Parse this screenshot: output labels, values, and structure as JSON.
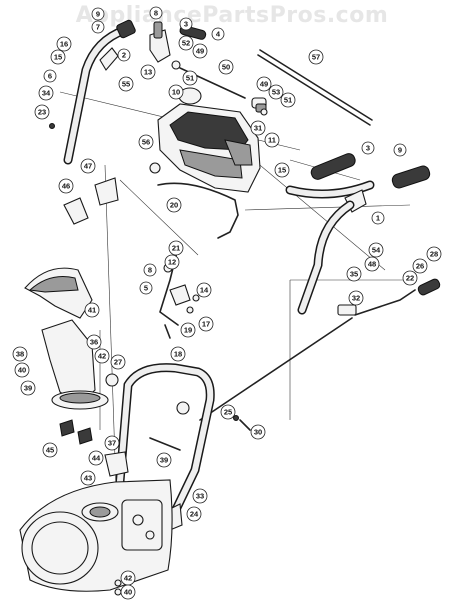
{
  "watermark": "AppliancePartsPros.com",
  "callouts": [
    {
      "id": "c9a",
      "num": "9"
    },
    {
      "id": "c7",
      "num": "7"
    },
    {
      "id": "c8a",
      "num": "8"
    },
    {
      "id": "c3a",
      "num": "3"
    },
    {
      "id": "c4",
      "num": "4"
    },
    {
      "id": "c16",
      "num": "16"
    },
    {
      "id": "c2",
      "num": "2"
    },
    {
      "id": "c52",
      "num": "52"
    },
    {
      "id": "c49a",
      "num": "49"
    },
    {
      "id": "c15a",
      "num": "15"
    },
    {
      "id": "c13",
      "num": "13"
    },
    {
      "id": "c51a",
      "num": "51"
    },
    {
      "id": "c57",
      "num": "57"
    },
    {
      "id": "c6",
      "num": "6"
    },
    {
      "id": "c55",
      "num": "55"
    },
    {
      "id": "c50",
      "num": "50"
    },
    {
      "id": "c34",
      "num": "34"
    },
    {
      "id": "c10",
      "num": "10"
    },
    {
      "id": "c49b",
      "num": "49"
    },
    {
      "id": "c53",
      "num": "53"
    },
    {
      "id": "c51b",
      "num": "51"
    },
    {
      "id": "c23",
      "num": "23"
    },
    {
      "id": "c31",
      "num": "31"
    },
    {
      "id": "c11",
      "num": "11"
    },
    {
      "id": "c3b",
      "num": "3"
    },
    {
      "id": "c9b",
      "num": "9"
    },
    {
      "id": "c56",
      "num": "56"
    },
    {
      "id": "c15b",
      "num": "15"
    },
    {
      "id": "c47",
      "num": "47"
    },
    {
      "id": "c46",
      "num": "46"
    },
    {
      "id": "c20",
      "num": "20"
    },
    {
      "id": "c1",
      "num": "1"
    },
    {
      "id": "c54",
      "num": "54"
    },
    {
      "id": "c48",
      "num": "48"
    },
    {
      "id": "c21",
      "num": "21"
    },
    {
      "id": "c8b",
      "num": "8"
    },
    {
      "id": "c12",
      "num": "12"
    },
    {
      "id": "c35",
      "num": "35"
    },
    {
      "id": "c28",
      "num": "28"
    },
    {
      "id": "c26",
      "num": "26"
    },
    {
      "id": "c22",
      "num": "22"
    },
    {
      "id": "c5",
      "num": "5"
    },
    {
      "id": "c14",
      "num": "14"
    },
    {
      "id": "c32",
      "num": "32"
    },
    {
      "id": "c41",
      "num": "41"
    },
    {
      "id": "c19",
      "num": "19"
    },
    {
      "id": "c17",
      "num": "17"
    },
    {
      "id": "c36",
      "num": "36"
    },
    {
      "id": "c18",
      "num": "18"
    },
    {
      "id": "c38",
      "num": "38"
    },
    {
      "id": "c40a",
      "num": "40"
    },
    {
      "id": "c42a",
      "num": "42"
    },
    {
      "id": "c27",
      "num": "27"
    },
    {
      "id": "c39a",
      "num": "39"
    },
    {
      "id": "c25",
      "num": "25"
    },
    {
      "id": "c30",
      "num": "30"
    },
    {
      "id": "c45",
      "num": "45"
    },
    {
      "id": "c37",
      "num": "37"
    },
    {
      "id": "c44",
      "num": "44"
    },
    {
      "id": "c39b",
      "num": "39"
    },
    {
      "id": "c43",
      "num": "43"
    },
    {
      "id": "c33",
      "num": "33"
    },
    {
      "id": "c24",
      "num": "24"
    },
    {
      "id": "c42b",
      "num": "42"
    },
    {
      "id": "c40b",
      "num": "40"
    }
  ]
}
